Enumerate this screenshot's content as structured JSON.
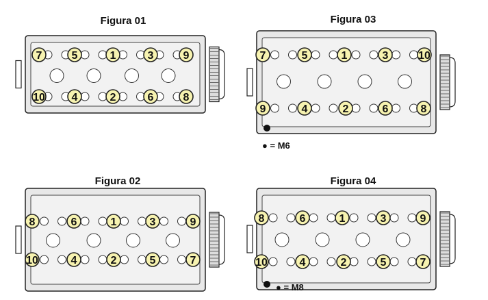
{
  "figures": [
    {
      "title": "Figura 01",
      "top_row": [
        "7",
        "5",
        "1",
        "3",
        "9"
      ],
      "bottom_row": [
        "10",
        "4",
        "2",
        "6",
        "8"
      ]
    },
    {
      "title": "Figura 03",
      "top_row": [
        "7",
        "5",
        "1",
        "3",
        "10"
      ],
      "bottom_row": [
        "9",
        "4",
        "2",
        "6",
        "8"
      ],
      "legend": "= M6"
    },
    {
      "title": "Figura 02",
      "top_row": [
        "8",
        "6",
        "1",
        "3",
        "9"
      ],
      "bottom_row": [
        "10",
        "4",
        "2",
        "5",
        "7"
      ]
    },
    {
      "title": "Figura 04",
      "top_row": [
        "8",
        "6",
        "1",
        "3",
        "9"
      ],
      "bottom_row": [
        "10",
        "4",
        "2",
        "5",
        "7"
      ],
      "legend": "= M8"
    }
  ],
  "colors": {
    "marker_fill": "#f7f3b0",
    "outline": "#222222",
    "head_fill": "#e8e8e8"
  }
}
